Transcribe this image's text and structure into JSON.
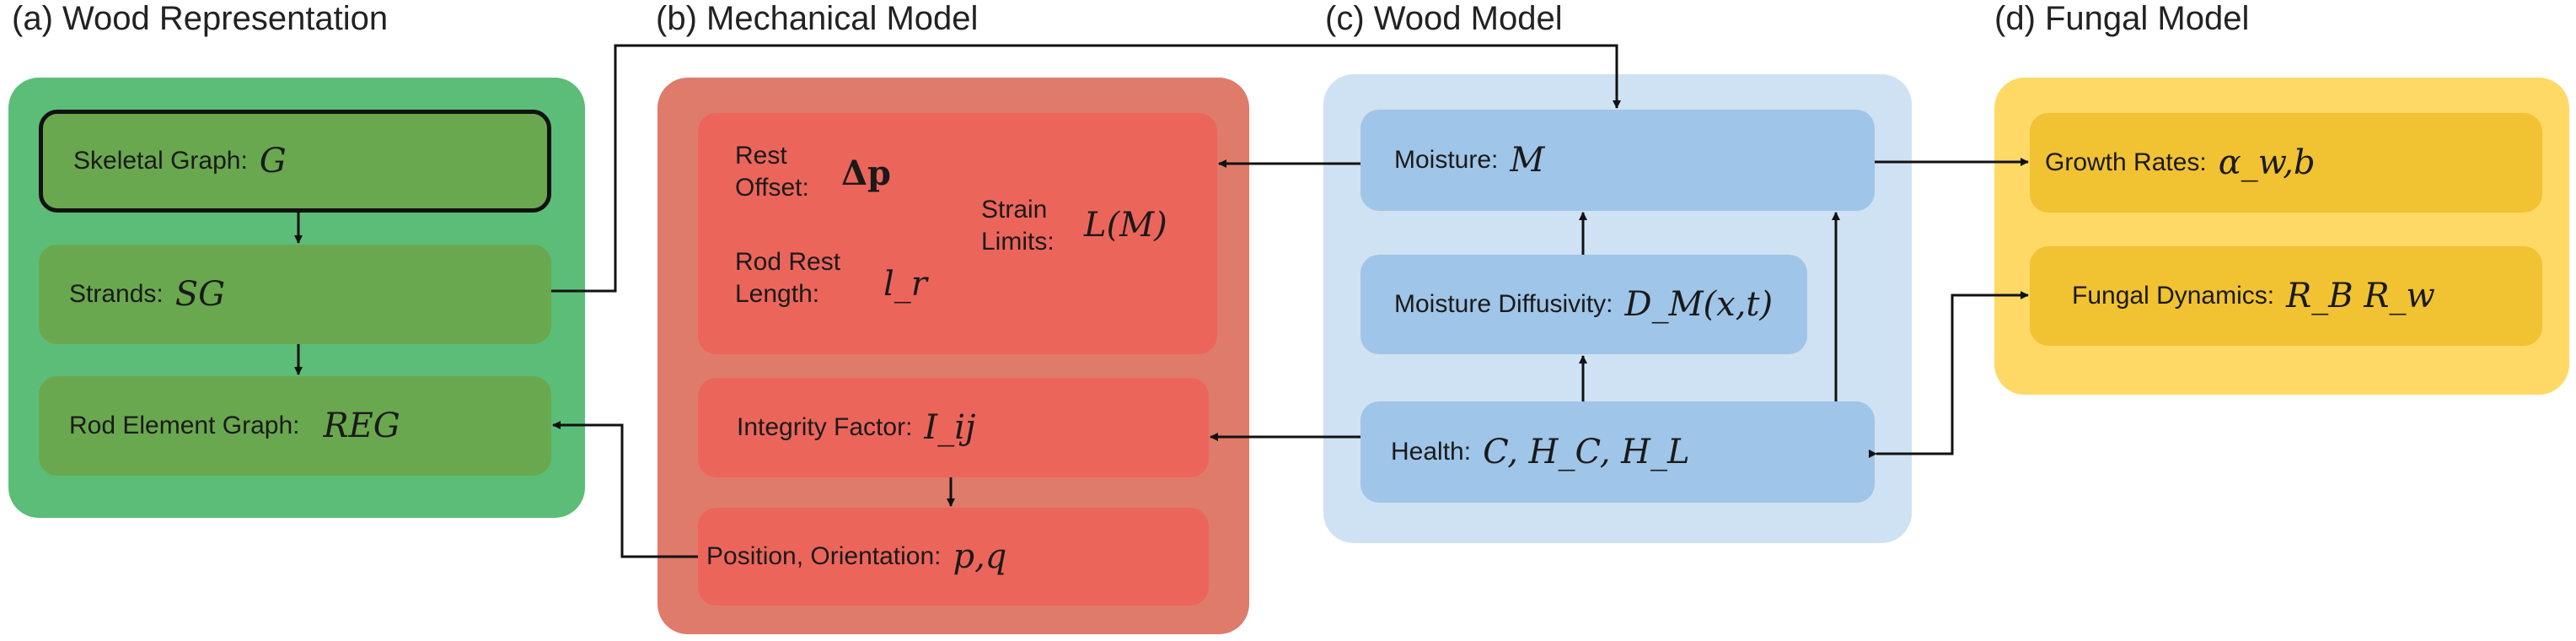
{
  "sections": {
    "a": "(a) Wood Representation",
    "b": "(b) Mechanical Model",
    "c": "(c) Wood Model",
    "d": "(d) Fungal Model"
  },
  "wood_representation": {
    "skeletal_graph": {
      "label": "Skeletal Graph:",
      "symbol": "G"
    },
    "strands": {
      "label": "Strands:",
      "symbol": "SG"
    },
    "rod_element_graph": {
      "label": "Rod Element Graph:",
      "symbol": "REG"
    }
  },
  "mechanical_model": {
    "rest_offset": {
      "label_line1": "Rest",
      "label_line2": "Offset:",
      "symbol": "Δp"
    },
    "strain_limits": {
      "label_line1": "Strain",
      "label_line2": "Limits:",
      "symbol": "L(M)"
    },
    "rod_rest_length": {
      "label_line1": "Rod Rest",
      "label_line2": "Length:",
      "symbol": "l_r"
    },
    "integrity_factor": {
      "label": "Integrity Factor:",
      "symbol": "I_ij"
    },
    "position_orientation": {
      "label": "Position, Orientation:",
      "symbol": "p,q"
    }
  },
  "wood_model": {
    "moisture": {
      "label": "Moisture:",
      "symbol": "M"
    },
    "moisture_diffusivity": {
      "label": "Moisture Diffusivity:",
      "symbol": "D_M(x,t)"
    },
    "health": {
      "label": "Health:",
      "symbol": "C, H_C, H_L"
    }
  },
  "fungal_model": {
    "growth_rates": {
      "label": "Growth Rates:",
      "symbol": "α_w,b"
    },
    "fungal_dynamics": {
      "label": "Fungal Dynamics:",
      "symbol": "R_B  R_w"
    }
  },
  "colors": {
    "green_panel": "#5bbd78",
    "green_box": "#6aa84f",
    "red_panel": "#df7b6a",
    "red_box": "#ec655b",
    "blue_panel": "#cfe2f3",
    "blue_box": "#9fc5e8",
    "yellow_panel": "#ffd966",
    "yellow_box": "#f1c232"
  }
}
